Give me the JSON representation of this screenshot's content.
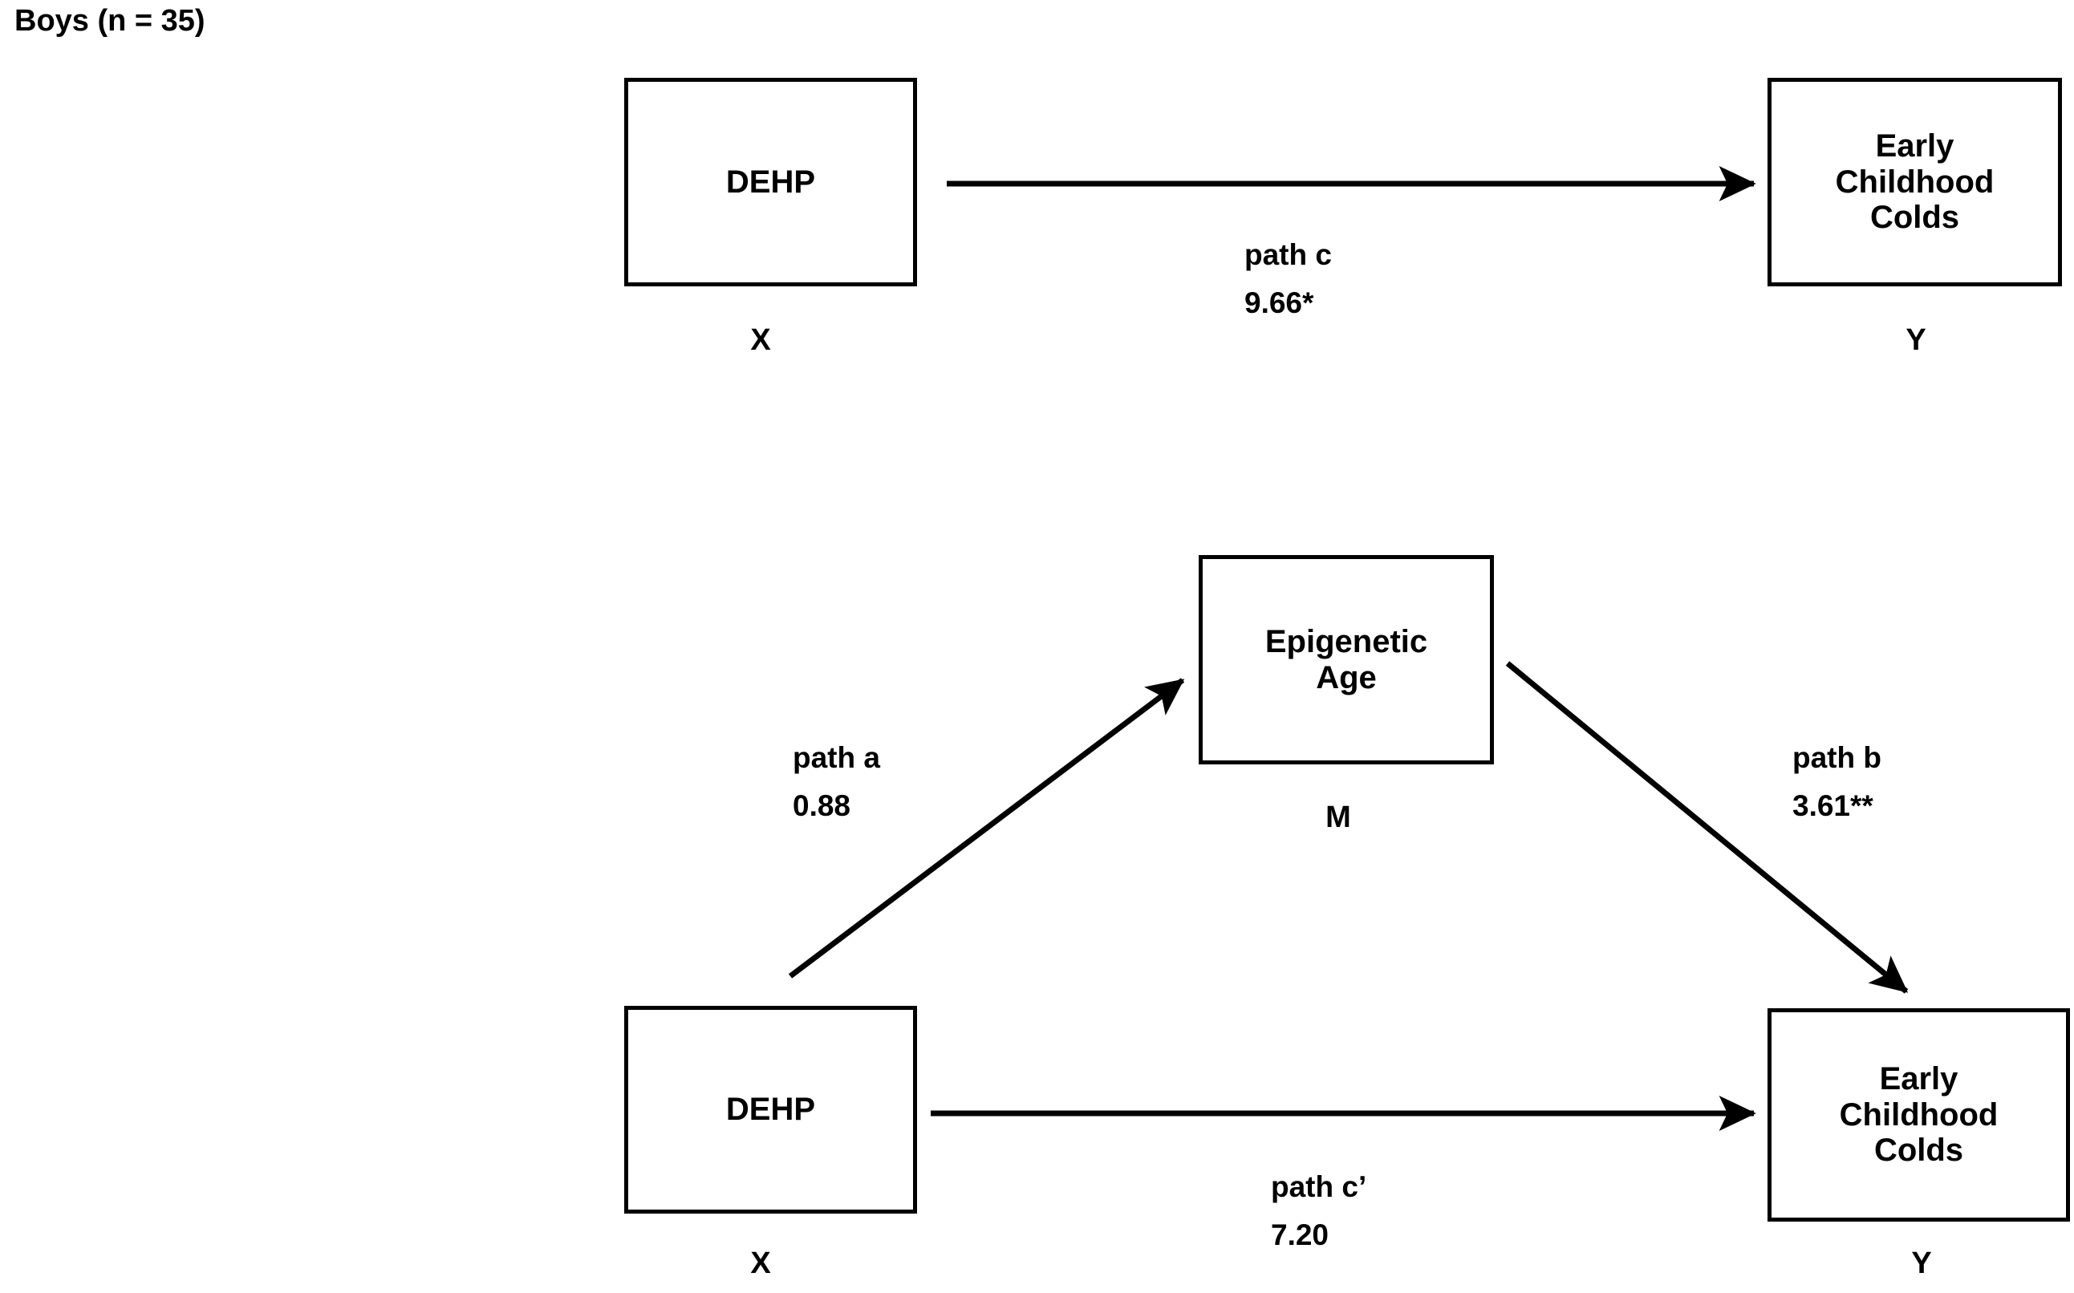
{
  "panel": {
    "title": "Boys (n = 35)",
    "group": "Boys",
    "sample_size": 35
  },
  "chart_data": {
    "type": "diagram",
    "diagram_type": "mediation-path-model",
    "title": "Boys (n = 35)",
    "models": [
      {
        "name": "total-effect-model",
        "nodes": [
          {
            "id": "X",
            "label": "DEHP",
            "role": "X"
          },
          {
            "id": "Y",
            "label": "Early\nChildhood\nColds",
            "role": "Y"
          }
        ],
        "edges": [
          {
            "id": "path-c",
            "from": "X",
            "to": "Y",
            "name": "path c",
            "coefficient": "9.66*",
            "value": 9.66,
            "significance": "*"
          }
        ]
      },
      {
        "name": "mediation-model",
        "nodes": [
          {
            "id": "X",
            "label": "DEHP",
            "role": "X"
          },
          {
            "id": "M",
            "label": "Epigenetic\nAge",
            "role": "M"
          },
          {
            "id": "Y",
            "label": "Early\nChildhood\nColds",
            "role": "Y"
          }
        ],
        "edges": [
          {
            "id": "path-a",
            "from": "X",
            "to": "M",
            "name": "path a",
            "coefficient": "0.88",
            "value": 0.88,
            "significance": ""
          },
          {
            "id": "path-b",
            "from": "M",
            "to": "Y",
            "name": "path b",
            "coefficient": "3.61**",
            "value": 3.61,
            "significance": "**"
          },
          {
            "id": "path-c-prime",
            "from": "X",
            "to": "Y",
            "name": "path c’",
            "coefficient": "7.20",
            "value": 7.2,
            "significance": ""
          }
        ]
      }
    ]
  },
  "top_model": {
    "predictor": {
      "label": "DEHP",
      "role": "X"
    },
    "outcome": {
      "label": "Early\nChildhood\nColds",
      "role": "Y"
    },
    "path_c": {
      "name": "path c",
      "coefficient": "9.66*",
      "text": "path c\n9.66*"
    }
  },
  "bottom_model": {
    "predictor": {
      "label": "DEHP",
      "role": "X"
    },
    "mediator": {
      "label": "Epigenetic\nAge",
      "role": "M"
    },
    "outcome": {
      "label": "Early\nChildhood\nColds",
      "role": "Y"
    },
    "path_a": {
      "name": "path a",
      "coefficient": "0.88",
      "text": "path a\n0.88"
    },
    "path_b": {
      "name": "path b",
      "coefficient": "3.61**",
      "text": "path b\n3.61**"
    },
    "path_c_prime": {
      "name": "path c’",
      "coefficient": "7.20",
      "text": "path c’\n7.20"
    }
  },
  "colors": {
    "background": "#ffffff",
    "stroke": "#000000",
    "text": "#000000"
  }
}
